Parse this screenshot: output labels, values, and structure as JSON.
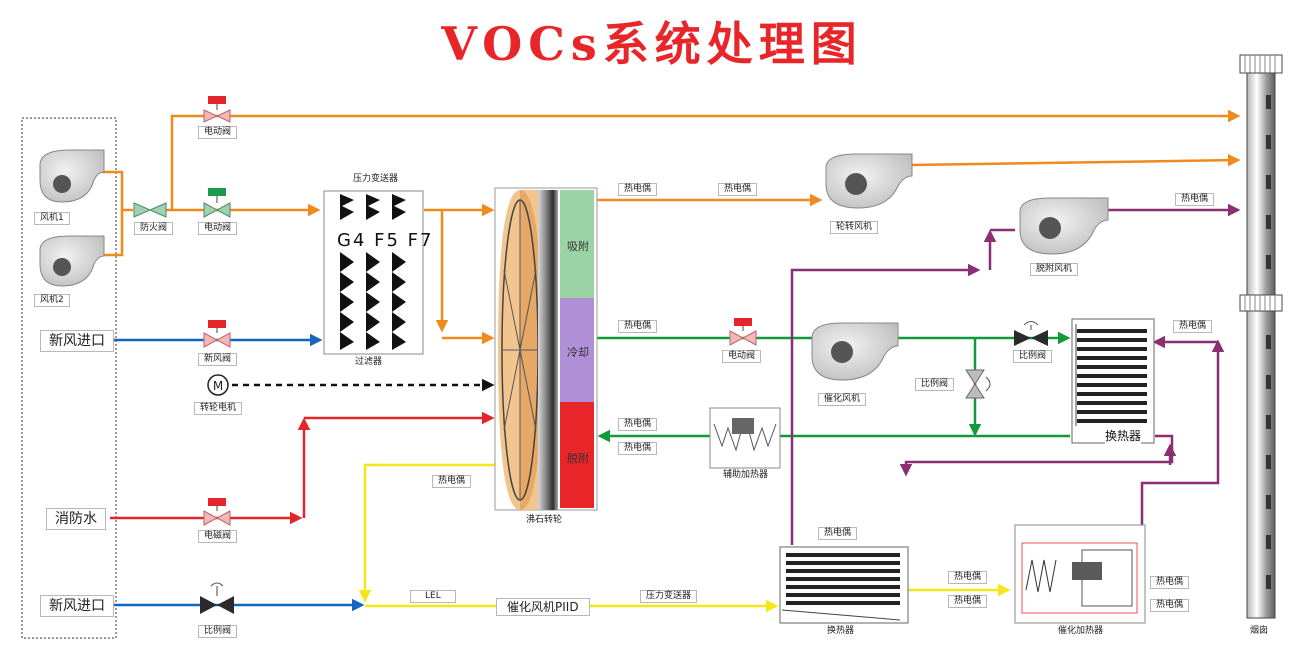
{
  "title": "VOCs系统处理图",
  "labels": {
    "fan1": "风机1",
    "fan2": "风机2",
    "fire_valve": "防火阀",
    "electric_valve_top": "电动阀",
    "electric_valve_mid": "电动阀",
    "fresh_air_inlet_1": "新风进口",
    "fresh_air_valve": "新风阀",
    "wheel_motor": "转轮电机",
    "fire_water": "消防水",
    "solenoid_valve": "电磁阀",
    "fresh_air_inlet_2": "新风进口",
    "ratio_valve_bottom": "比例阀",
    "pressure_transmitter_top": "压力变送器",
    "filter": "过滤器",
    "filter_grades": "G4 F5 F7",
    "zeolite_wheel": "沸石转轮",
    "zone_adsorb": "吸附",
    "zone_cool": "冷却",
    "zone_desorb": "脱附",
    "thermocouple_a": "热电偶",
    "thermocouple_b": "热电偶",
    "wheel_fan": "轮转风机",
    "desorb_fan": "脱附风机",
    "thermocouple_stack": "热电偶",
    "thermocouple_cool": "热电偶",
    "electric_valve_cool": "电动阀",
    "catalytic_fan": "催化风机",
    "ratio_valve_mid": "比例阀",
    "ratio_valve_right": "比例阀",
    "heat_exchanger_right": "换热器",
    "thermocouple_hx": "热电偶",
    "thermocouple_ret1": "热电偶",
    "thermocouple_ret2": "热电偶",
    "aux_heater": "辅助加热器",
    "thermocouple_yellow": "热电偶",
    "lel": "LEL",
    "catalytic_fan_pid": "催化风机PIID",
    "pressure_transmitter_bottom": "压力变送器",
    "thermocouple_hx2": "热电偶",
    "heat_exchanger_bottom": "换热器",
    "thermocouple_y1": "热电偶",
    "thermocouple_y2": "热电偶",
    "catalytic_heater": "催化加热器",
    "thermocouple_c1": "热电偶",
    "thermocouple_c2": "热电偶",
    "chimney": "烟囱"
  },
  "colors": {
    "title": "#e8262a",
    "exhaust": "#ef8a1d",
    "fresh_air": "#1565c0",
    "fire_water": "#e3262b",
    "desorption": "#8b2f74",
    "cooling": "#109a3a",
    "catalytic": "#f5e61a",
    "motor_signal": "#111111",
    "zone_adsorb": "#9bd3a4",
    "zone_cool": "#b08fd6",
    "zone_desorb": "#e8262a"
  }
}
